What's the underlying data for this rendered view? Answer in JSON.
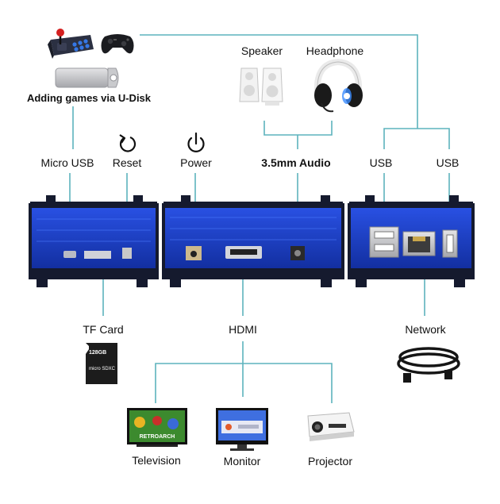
{
  "labels": {
    "udisk": "Adding games via U-Disk",
    "micro_usb": "Micro USB",
    "reset": "Reset",
    "power": "Power",
    "audio": "3.5mm Audio",
    "usb_left": "USB",
    "usb_right": "USB",
    "speaker": "Speaker",
    "headphone": "Headphone",
    "tf_card": "TF Card",
    "hdmi": "HDMI",
    "network": "Network",
    "television": "Television",
    "monitor": "Monitor",
    "projector": "Projector"
  },
  "sd_card": {
    "capacity": "128GB",
    "type": "micro SDXC"
  },
  "tv_screen_text": "RETROARCH",
  "colors": {
    "connector_line": "#5db3bd",
    "case_blue": "#1a3fc9",
    "case_dark": "#141a2e",
    "port_metal": "#b9bcc4"
  }
}
